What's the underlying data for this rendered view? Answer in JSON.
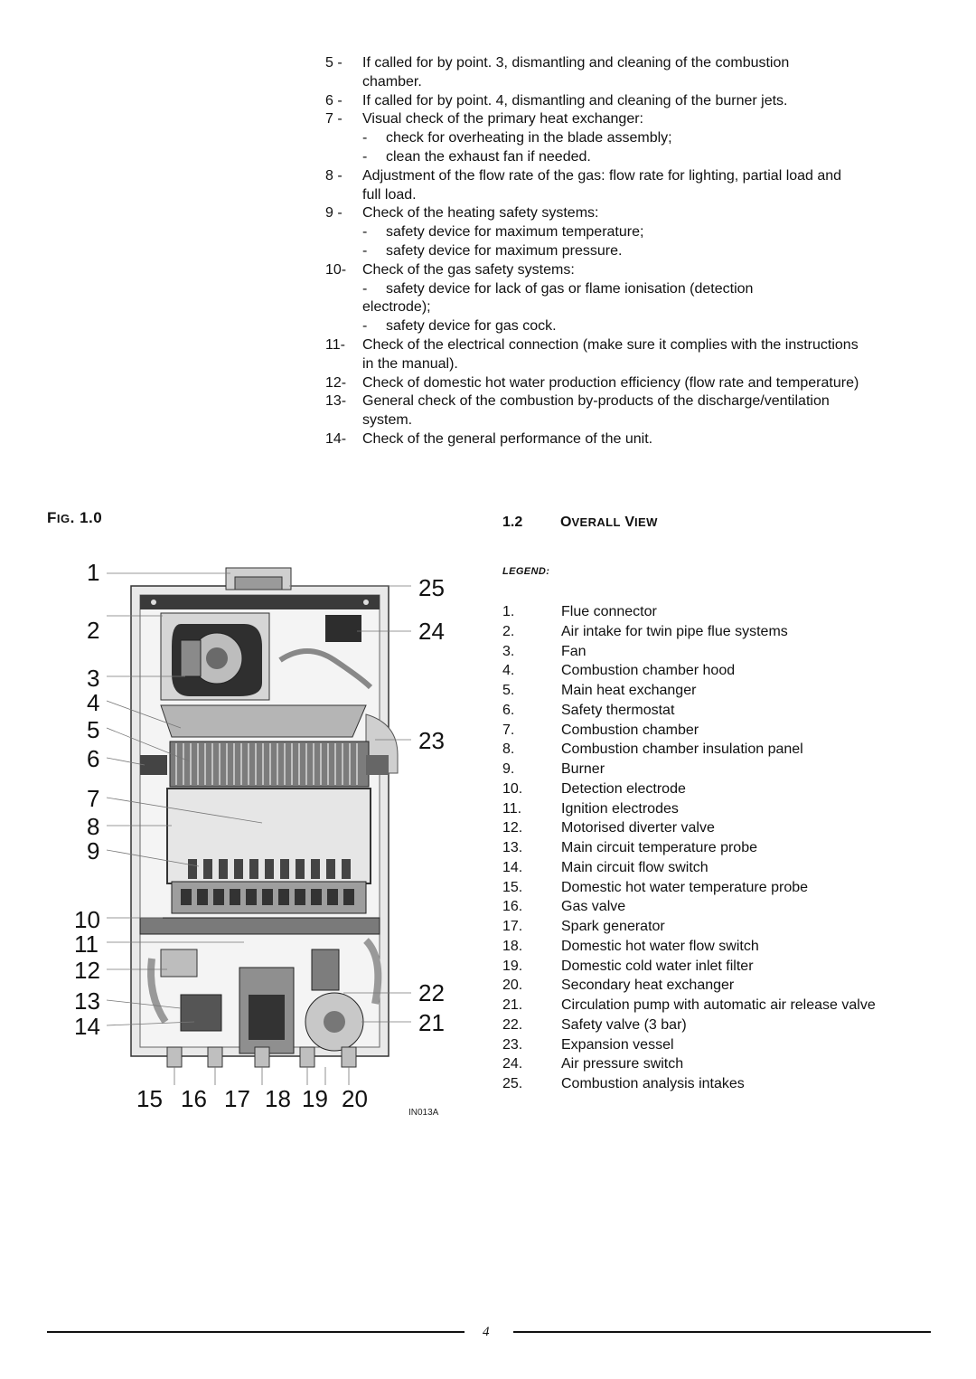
{
  "steps": [
    {
      "num": "5 -",
      "text": "If called for by point. 3, dismantling and cleaning of the combustion",
      "cont": "chamber."
    },
    {
      "num": "6 -",
      "text": "If called for by point. 4, dismantling and cleaning of the burner jets."
    },
    {
      "num": "7 -",
      "text": "Visual check of the primary heat exchanger:"
    },
    {
      "sub": "check for overheating in the blade assembly;"
    },
    {
      "sub": "clean the exhaust fan if needed."
    },
    {
      "num": "8 -",
      "text": "Adjustment of the flow rate of the gas: flow rate for lighting, partial load and",
      "cont": "full load."
    },
    {
      "num": "9 -",
      "text": "Check of the heating safety systems:"
    },
    {
      "sub": "safety device for maximum temperature;"
    },
    {
      "sub": "safety device for maximum pressure."
    },
    {
      "num": "10-",
      "text": "Check of the gas safety systems:"
    },
    {
      "sub": "safety device for lack of gas or flame ionisation (detection",
      "cont": "electrode);"
    },
    {
      "sub": "safety device for gas cock."
    },
    {
      "num": "11-",
      "text": "Check of the electrical connection (make sure it complies with the instructions",
      "cont": "in the manual)."
    },
    {
      "num": "12-",
      "text": "Check of domestic hot water production efficiency (flow rate and temperature)"
    },
    {
      "num": "13-",
      "text": "General check of the combustion by-products of the discharge/ventilation",
      "cont": "system."
    },
    {
      "num": "14-",
      "text": "Check of the general performance of the unit."
    }
  ],
  "figure": {
    "title_prefix": "F",
    "title_smallcaps": "IG",
    "title_number": ". 1.0",
    "image_code": "IN013A",
    "callouts_left": [
      "1",
      "2",
      "3",
      "4",
      "5",
      "6",
      "7",
      "8",
      "9",
      "10",
      "11",
      "12",
      "13",
      "14"
    ],
    "callouts_right": [
      "25",
      "24",
      "23",
      "22",
      "21"
    ],
    "callouts_bottom": [
      "15",
      "16",
      "17",
      "18",
      "19",
      "20"
    ]
  },
  "section": {
    "number": "1.2",
    "title_first": "O",
    "title_first_sc": "VERALL",
    "title_second": "V",
    "title_second_sc": "IEW",
    "legend_label": "LEGEND:"
  },
  "legend": [
    {
      "num": "1.",
      "text": "Flue connector"
    },
    {
      "num": "2.",
      "text": "Air intake for twin pipe flue systems"
    },
    {
      "num": "3.",
      "text": "Fan"
    },
    {
      "num": "4.",
      "text": "Combustion chamber hood"
    },
    {
      "num": "5.",
      "text": "Main heat exchanger"
    },
    {
      "num": "6.",
      "text": "Safety thermostat"
    },
    {
      "num": "7.",
      "text": "Combustion chamber"
    },
    {
      "num": "8.",
      "text": "Combustion chamber insulation panel"
    },
    {
      "num": "9.",
      "text": "Burner"
    },
    {
      "num": "10.",
      "text": "Detection electrode"
    },
    {
      "num": "11.",
      "text": "Ignition electrodes"
    },
    {
      "num": "12.",
      "text": "Motorised diverter valve"
    },
    {
      "num": "13.",
      "text": "Main circuit temperature probe"
    },
    {
      "num": "14.",
      "text": "Main circuit flow switch"
    },
    {
      "num": "15.",
      "text": "Domestic hot water temperature probe"
    },
    {
      "num": "16.",
      "text": "Gas valve"
    },
    {
      "num": "17.",
      "text": "Spark generator"
    },
    {
      "num": "18.",
      "text": "Domestic hot water flow switch"
    },
    {
      "num": "19.",
      "text": "Domestic cold water inlet filter"
    },
    {
      "num": "20.",
      "text": "Secondary heat exchanger"
    },
    {
      "num": "21.",
      "text": "Circulation pump with automatic air release valve"
    },
    {
      "num": "22.",
      "text": "Safety valve (3 bar)"
    },
    {
      "num": "23.",
      "text": "Expansion vessel"
    },
    {
      "num": "24.",
      "text": "Air pressure switch"
    },
    {
      "num": "25.",
      "text": "Combustion analysis intakes"
    }
  ],
  "footer": {
    "page_number": "4"
  }
}
